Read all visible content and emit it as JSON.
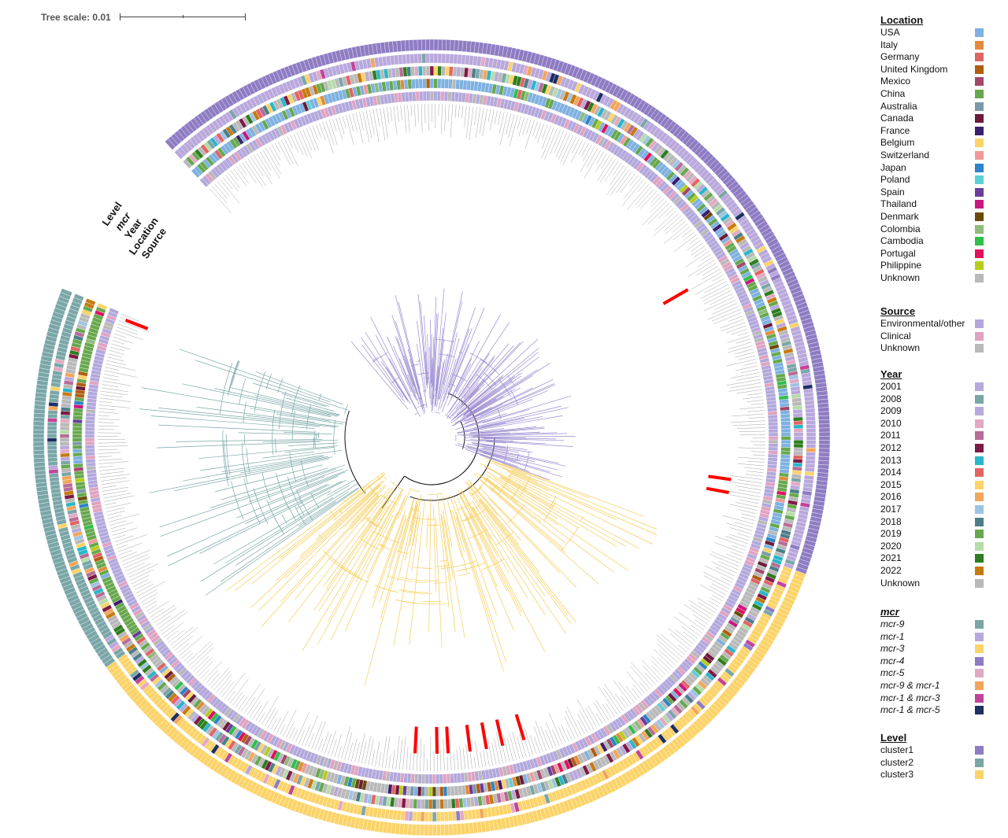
{
  "scale": {
    "label": "Tree scale: 0.01"
  },
  "ring_labels": [
    "Level",
    "mcr",
    "Year",
    "Location",
    "Source"
  ],
  "legend": {
    "location": {
      "title": "Location",
      "items": [
        {
          "label": "USA",
          "color": "#7fb1e0"
        },
        {
          "label": "Italy",
          "color": "#e38a3c"
        },
        {
          "label": "Germany",
          "color": "#df6464"
        },
        {
          "label": "United Kingdom",
          "color": "#b15d12"
        },
        {
          "label": "Mexico",
          "color": "#a3476b"
        },
        {
          "label": "China",
          "color": "#67a84e"
        },
        {
          "label": "Australia",
          "color": "#7b9aa8"
        },
        {
          "label": "Canada",
          "color": "#6c1b3b"
        },
        {
          "label": "France",
          "color": "#3c1e6e"
        },
        {
          "label": "Belgium",
          "color": "#fbd368"
        },
        {
          "label": "Switzerland",
          "color": "#ee9a9a"
        },
        {
          "label": "Japan",
          "color": "#2f83c6"
        },
        {
          "label": "Poland",
          "color": "#5ccfd6"
        },
        {
          "label": "Spain",
          "color": "#6a3d9a"
        },
        {
          "label": "Thailand",
          "color": "#c8177f"
        },
        {
          "label": "Denmark",
          "color": "#6a4a08"
        },
        {
          "label": "Colombia",
          "color": "#8fbc7a"
        },
        {
          "label": "Cambodia",
          "color": "#2fbf4a"
        },
        {
          "label": "Portugal",
          "color": "#e0105e"
        },
        {
          "label": "Philippine",
          "color": "#b6cc1b"
        },
        {
          "label": "Unknown",
          "color": "#b9b9b9"
        }
      ]
    },
    "source": {
      "title": "Source",
      "items": [
        {
          "label": "Environmental/other",
          "color": "#b3a8dc"
        },
        {
          "label": "Clinical",
          "color": "#e0a3c1"
        },
        {
          "label": "Unknown",
          "color": "#b9b9b9"
        }
      ]
    },
    "year": {
      "title": "Year",
      "items": [
        {
          "label": "2001",
          "color": "#b9a8dc"
        },
        {
          "label": "2008",
          "color": "#7aa6a8"
        },
        {
          "label": "2009",
          "color": "#b9a8dc"
        },
        {
          "label": "2010",
          "color": "#e3a9c2"
        },
        {
          "label": "2011",
          "color": "#b66d96"
        },
        {
          "label": "2012",
          "color": "#7b1b45"
        },
        {
          "label": "2013",
          "color": "#29b6c9"
        },
        {
          "label": "2014",
          "color": "#e36464"
        },
        {
          "label": "2015",
          "color": "#fbd368"
        },
        {
          "label": "2016",
          "color": "#f2a65a"
        },
        {
          "label": "2017",
          "color": "#9ec4e4"
        },
        {
          "label": "2018",
          "color": "#4c7e8a"
        },
        {
          "label": "2019",
          "color": "#67a84e"
        },
        {
          "label": "2020",
          "color": "#b6dcaa"
        },
        {
          "label": "2021",
          "color": "#2e7d20"
        },
        {
          "label": "2022",
          "color": "#c77a12"
        },
        {
          "label": "Unknown",
          "color": "#b9b9b9"
        }
      ]
    },
    "mcr": {
      "title": "mcr",
      "items": [
        {
          "label": "mcr-9",
          "color": "#7aa6a8"
        },
        {
          "label": "mcr-1",
          "color": "#b9a8dc"
        },
        {
          "label": "mcr-3",
          "color": "#fbd368"
        },
        {
          "label": "mcr-4",
          "color": "#8e7cc3"
        },
        {
          "label": "mcr-5",
          "color": "#e3a9c2"
        },
        {
          "label": "mcr-9 & mcr-1",
          "color": "#f2a65a"
        },
        {
          "label": "mcr-1 & mcr-3",
          "color": "#c2449a"
        },
        {
          "label": "mcr-1 & mcr-5",
          "color": "#1e2f63"
        }
      ]
    },
    "level": {
      "title": "Level",
      "items": [
        {
          "label": "cluster1",
          "color": "#8e7cc3"
        },
        {
          "label": "cluster2",
          "color": "#7aa6a8"
        },
        {
          "label": "cluster3",
          "color": "#fbd368"
        }
      ]
    }
  },
  "colors": {
    "cluster1": "#9b8ad0",
    "cluster2": "#7aa6a8",
    "cluster3": "#f6cc56",
    "backbone": "#111111",
    "highlight": "#ff0000"
  }
}
